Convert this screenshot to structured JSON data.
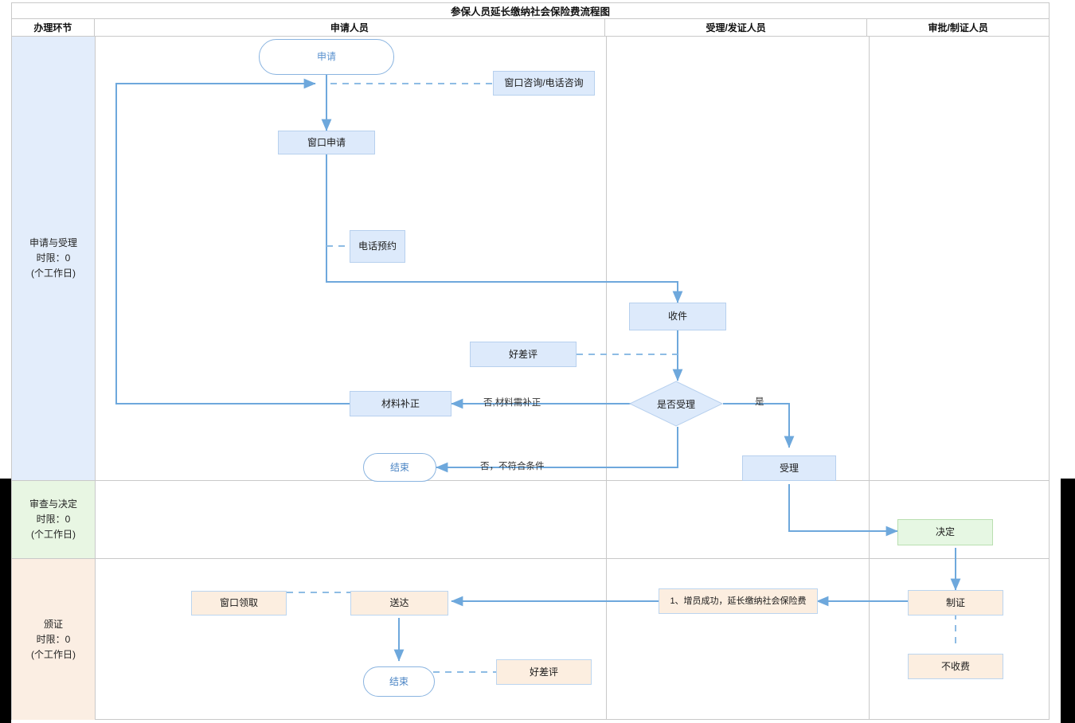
{
  "page": {
    "title": "参保人员延长缴纳社会保险费流程图"
  },
  "table": {
    "headers": [
      {
        "label": "办理环节"
      },
      {
        "label": "申请人员"
      },
      {
        "label": "受理/发证人员"
      },
      {
        "label": "审批/制证人员"
      }
    ]
  },
  "stages": [
    {
      "name": "申请与受理",
      "limit": "时限：0",
      "unit": "(个工作日)",
      "color": "#e3edfb"
    },
    {
      "name": "审查与决定",
      "limit": "时限：0",
      "unit": "(个工作日)",
      "color": "#e8f6e3"
    },
    {
      "name": "颁证",
      "limit": "时限：0",
      "unit": "(个工作日)",
      "color": "#fbeee3"
    }
  ],
  "nodes": {
    "start": "申请",
    "consult": "窗口咨询/电话咨询",
    "window_apply": "窗口申请",
    "phone_book": "电话预约",
    "receive": "收件",
    "review_good_bad": "好差评",
    "material_fix": "材料补正",
    "decide_accept": "是否受理",
    "end_top": "结束",
    "accept": "受理",
    "decision": "决定",
    "make_cert": "制证",
    "no_charge": "不收费",
    "result_note": "1、增员成功，延长缴纳社会保险费",
    "deliver": "送达",
    "window_pickup": "窗口领取",
    "end_bottom": "结束",
    "good_bad_bottom": "好差评"
  },
  "edge_labels": {
    "yes": "是",
    "no_need_fix": "否,材料需补正",
    "no_not_qualified": "否，不符合条件"
  },
  "colors": {
    "flow_line": "#6ea8dc",
    "node_blue_fill": "#ddeafb",
    "node_blue_border": "#b7d0ee",
    "node_green_fill": "#e6f7e3",
    "node_green_border": "#b9dfb0",
    "node_peach_fill": "#fceee0",
    "node_peach_border": "#bcd5ef",
    "terminator_border": "#8ab4e0",
    "terminator_text": "#4a84c4",
    "grid_border": "#c9c9c9"
  }
}
